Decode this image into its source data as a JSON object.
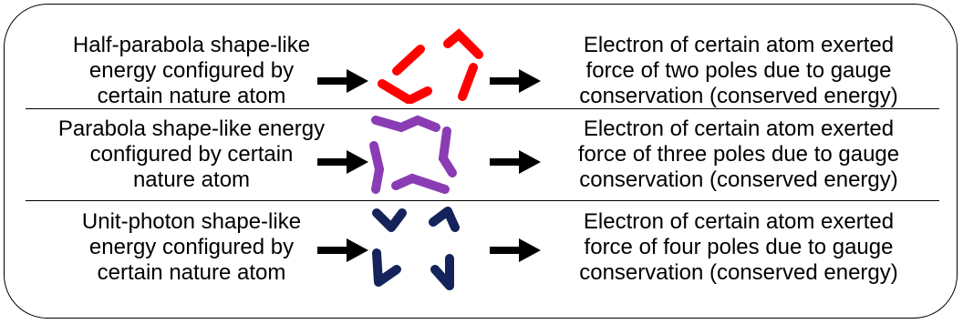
{
  "rows": [
    {
      "left_lines": [
        "Half-parabola shape-like",
        "energy configured by",
        "certain nature atom"
      ],
      "right_lines": [
        "Electron of certain atom exerted",
        "force of two poles due to gauge",
        "conservation (conserved energy)"
      ],
      "shape_color": "#ff0000",
      "shape_name": "half-parabola-shape"
    },
    {
      "left_lines": [
        "Parabola shape-like energy",
        "configured by certain",
        "nature atom"
      ],
      "right_lines": [
        "Electron of certain atom exerted",
        "force of three poles due to gauge",
        "conservation (conserved energy)"
      ],
      "shape_color": "#8a3cb4",
      "shape_name": "parabola-shape"
    },
    {
      "left_lines": [
        "Unit-photon shape-like",
        "energy configured by",
        "certain nature atom"
      ],
      "right_lines": [
        "Electron of certain atom exerted",
        "force of four poles due to gauge",
        "conservation (conserved energy)"
      ],
      "shape_color": "#14235a",
      "shape_name": "unit-photon-shape"
    }
  ]
}
